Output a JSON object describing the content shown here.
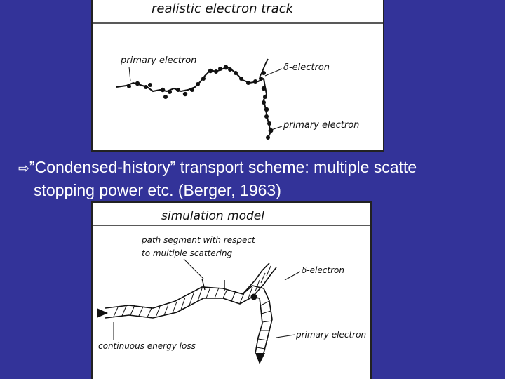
{
  "top_panel": {
    "title": "realistic electron track",
    "label_primary_top": "primary electron",
    "label_delta": "δ-electron",
    "label_primary_bottom": "primary electron"
  },
  "caption": {
    "bullet_glyph": "⇨",
    "line1": "”Condensed-history” transport scheme: multiple scatte",
    "line2": "stopping power etc. (Berger, 1963)"
  },
  "bottom_panel": {
    "title": "simulation model",
    "label_path_segment_1": "path  segment with respect",
    "label_path_segment_2": "to multiple  scattering",
    "label_delta": "δ-electron",
    "label_primary": "primary electron",
    "label_continuous": "continuous  energy  loss"
  }
}
